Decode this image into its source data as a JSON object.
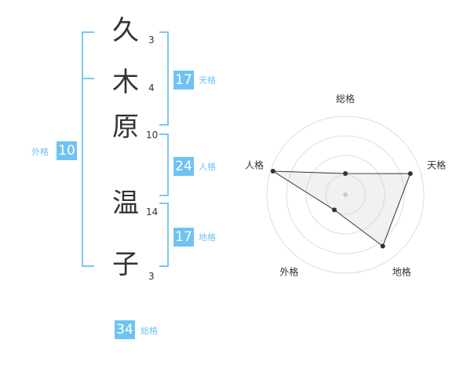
{
  "name": {
    "chars": [
      {
        "char": "久",
        "strokes": "3"
      },
      {
        "char": "木",
        "strokes": "4"
      },
      {
        "char": "原",
        "strokes": "10"
      },
      {
        "char": "温",
        "strokes": "14"
      },
      {
        "char": "子",
        "strokes": "3"
      }
    ]
  },
  "kaku": {
    "tenkaku": {
      "value": "17",
      "label": "天格"
    },
    "jinkaku": {
      "value": "24",
      "label": "人格"
    },
    "chikaku": {
      "value": "17",
      "label": "地格"
    },
    "gaikaku": {
      "value": "10",
      "label": "外格"
    },
    "soukaku": {
      "value": "34",
      "label": "総格"
    }
  },
  "colors": {
    "accent": "#6ec3f2",
    "line": "#7cc8f0",
    "text": "#333333"
  },
  "chart_data": {
    "type": "radar",
    "axes": [
      "総格",
      "天格",
      "地格",
      "外格",
      "人格"
    ],
    "values": [
      0.27,
      0.87,
      0.81,
      0.24,
      0.97
    ],
    "max": 1,
    "rings": 4
  }
}
